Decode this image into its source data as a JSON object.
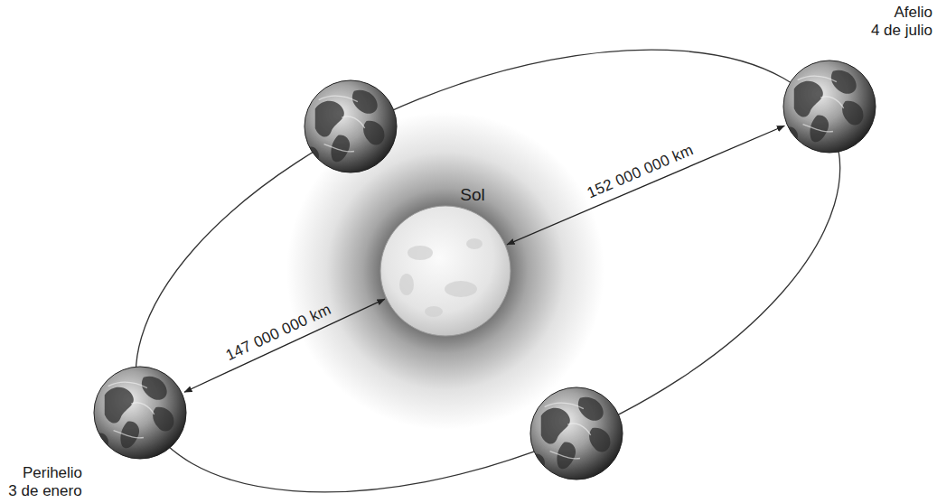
{
  "diagram": {
    "nodes": [
      {
        "text": [
          "Sol"
        ]
      },
      {
        "text": [
          "Afelio 4 de julio"
        ]
      },
      {
        "text": [
          "Perihelio 3 de enero"
        ]
      }
    ],
    "edges": [
      {
        "from": 0,
        "to": 1,
        "label": "152 000 000 km",
        "arrow": "both"
      },
      {
        "from": 0,
        "to": 2,
        "label": "147 000 000 km",
        "arrow": "both"
      }
    ]
  }
}
